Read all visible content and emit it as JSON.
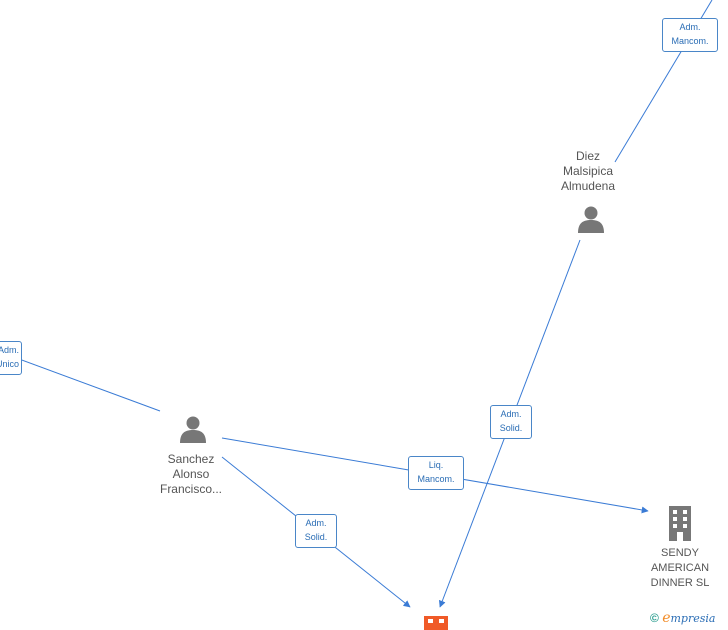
{
  "nodes": {
    "diez": {
      "line1": "Diez",
      "line2": "Malsipica",
      "line3": "Almudena"
    },
    "sanchez": {
      "line1": "Sanchez",
      "line2": "Alonso",
      "line3": "Francisco..."
    },
    "sendy": {
      "line1": "SENDY",
      "line2": "AMERICAN",
      "line3": "DINNER  SL"
    }
  },
  "edges": [
    {
      "id": "top",
      "line1": "Adm.",
      "line2": "Mancom."
    },
    {
      "id": "left",
      "line1": "Adm.",
      "line2": "Unico"
    },
    {
      "id": "diez-target",
      "line1": "Adm.",
      "line2": "Solid."
    },
    {
      "id": "sanchez-sendy",
      "line1": "Liq.",
      "line2": "Mancom."
    },
    {
      "id": "sanchez-target",
      "line1": "Adm.",
      "line2": "Solid."
    }
  ],
  "colors": {
    "edge": "#3a7bd5",
    "node": "#777777",
    "target": "#f05a28"
  },
  "brand": {
    "copyright": "©",
    "e": "e",
    "rest": "mpresia"
  }
}
